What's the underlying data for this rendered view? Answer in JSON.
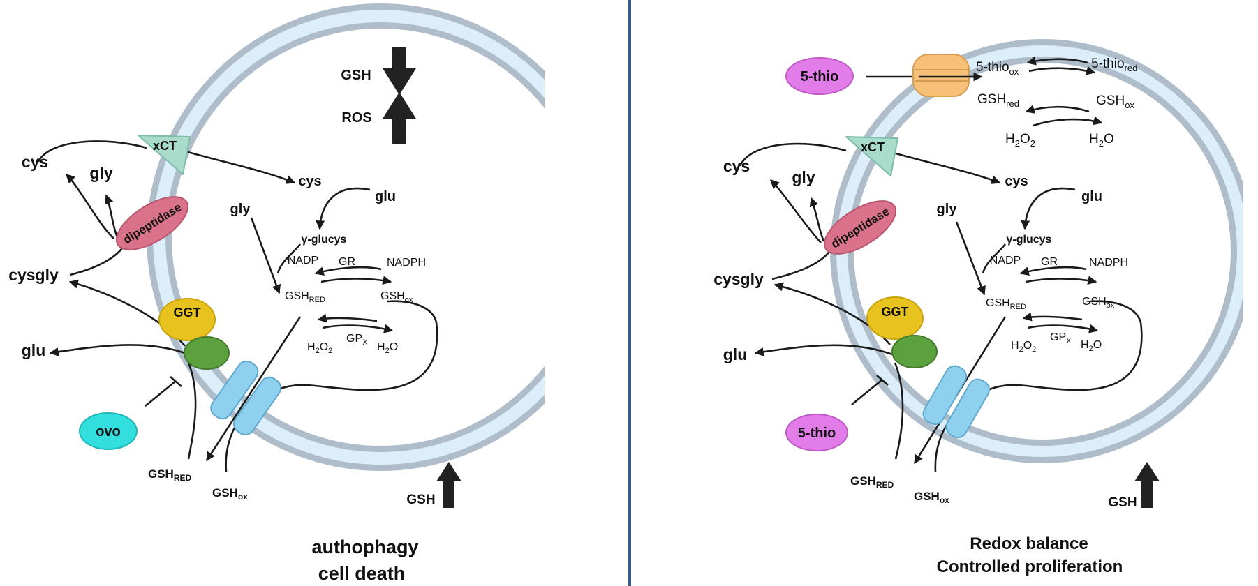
{
  "left": {
    "cys_out": "cys",
    "gly_out": "gly",
    "cysgly": "cysgly",
    "glu_out": "glu",
    "xct": "xCT",
    "dipeptidase": "dipeptidase",
    "ggt": "GGT",
    "inhibitor": "ovo",
    "gsh_top": "GSH",
    "ros": "ROS",
    "gsh_bottom": "GSH",
    "cys_in": "cys",
    "glu_in": "glu",
    "gly_in": "gly",
    "glucys": "γ-glucys",
    "nadp": "NADP",
    "gr": "GR",
    "nadph": "NADPH",
    "gsh_red_in": {
      "base": "GSH",
      "sub": "RED"
    },
    "gsh_ox_in": {
      "base": "GSH",
      "sub": "ox"
    },
    "h2o2": {
      "a": "H",
      "b": "2",
      "c": "O",
      "d": "2"
    },
    "gpx": {
      "base": "GP",
      "sub": "X"
    },
    "h2o": {
      "a": "H",
      "b": "2",
      "c": "O"
    },
    "gsh_red_out": {
      "base": "GSH",
      "sub": "RED"
    },
    "gsh_ox_out": {
      "base": "GSH",
      "sub": "ox"
    },
    "outcome_line1": "authophagy",
    "outcome_line2": "cell death"
  },
  "right": {
    "cys_out": "cys",
    "gly_out": "gly",
    "cysgly": "cysgly",
    "glu_out": "glu",
    "xct": "xCT",
    "dipeptidase": "dipeptidase",
    "ggt": "GGT",
    "inhibitor": "5-thio",
    "thio_top": "5-thio",
    "thio_ox": {
      "base": "5-thio",
      "sub": "ox"
    },
    "thio_red": {
      "base": "5-thio",
      "sub": "red"
    },
    "gsh_red_top": {
      "base": "GSH",
      "sub": "red"
    },
    "gsh_ox_top": {
      "base": "GSH",
      "sub": "ox"
    },
    "h2o2_top": {
      "a": "H",
      "b": "2",
      "c": "O",
      "d": "2"
    },
    "h2o_top": {
      "a": "H",
      "b": "2",
      "c": "O"
    },
    "gsh_bottom": "GSH",
    "cys_in": "cys",
    "glu_in": "glu",
    "gly_in": "gly",
    "glucys": "γ-glucys",
    "nadp": "NADP",
    "gr": "GR",
    "nadph": "NADPH",
    "gsh_red_in": {
      "base": "GSH",
      "sub": "RED"
    },
    "gsh_ox_in": {
      "base": "GSH",
      "sub": "ox"
    },
    "h2o2": {
      "a": "H",
      "b": "2",
      "c": "O",
      "d": "2"
    },
    "gpx": {
      "base": "GP",
      "sub": "X"
    },
    "h2o": {
      "a": "H",
      "b": "2",
      "c": "O"
    },
    "gsh_red_out": {
      "base": "GSH",
      "sub": "RED"
    },
    "gsh_ox_out": {
      "base": "GSH",
      "sub": "ox"
    },
    "outcome_line1": "Redox balance",
    "outcome_line2": "Controlled proliferation"
  },
  "colors": {
    "membrane_outer": "#aebdc9",
    "membrane_inner": "#ddeefb",
    "xct": "#a9dccb",
    "dipeptidase": "#d9728a",
    "ggt_top": "#e8c21e",
    "ggt_bottom": "#5ba23e",
    "transporter": "#8fd0ee",
    "ovo": "#33dede",
    "thio": "#e27ce8",
    "thio_channel": "#f7c078",
    "divider": "#3a5a8c"
  }
}
